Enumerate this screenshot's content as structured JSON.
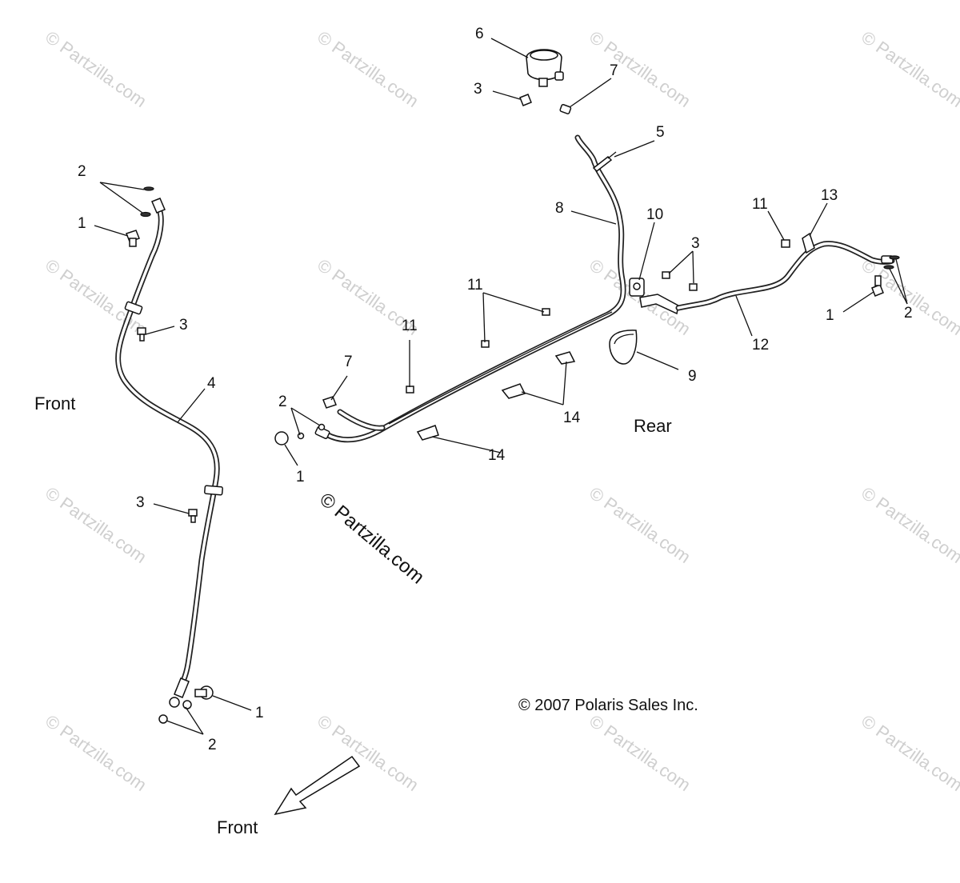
{
  "callouts": {
    "l1a": "1",
    "l1b": "1",
    "l1c": "1",
    "l1d": "1",
    "l2a": "2",
    "l2b": "2",
    "l2c": "2",
    "l2d": "2",
    "l3a": "3",
    "l3b": "3",
    "l3c": "3",
    "l3d": "3",
    "l4": "4",
    "l5": "5",
    "l6": "6",
    "l7a": "7",
    "l7b": "7",
    "l8": "8",
    "l9": "9",
    "l10": "10",
    "l11a": "11",
    "l11b": "11",
    "l11c": "11",
    "l12": "12",
    "l13": "13",
    "l14a": "14",
    "l14b": "14"
  },
  "labels": {
    "front_left": "Front",
    "rear": "Rear",
    "front_arrow": "Front",
    "copyright": "© 2007 Polaris Sales Inc.",
    "watermark_center": "© Partzilla.com",
    "watermark_tile": "© Partzilla.com"
  }
}
